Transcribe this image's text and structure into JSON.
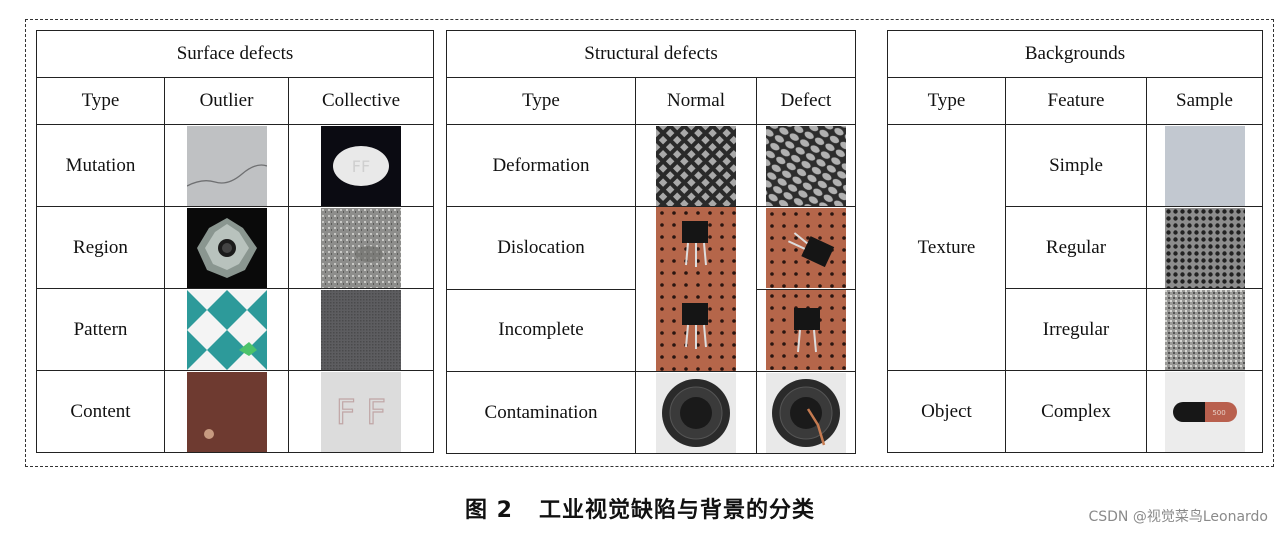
{
  "surface": {
    "title": "Surface defects",
    "headers": [
      "Type",
      "Outlier",
      "Collective"
    ],
    "rows": [
      {
        "type": "Mutation",
        "outlier": "concrete-crack-image",
        "collective": "oval-pill-mark-image"
      },
      {
        "type": "Region",
        "outlier": "metal-nut-image",
        "collective": "speckled-stone-image"
      },
      {
        "type": "Pattern",
        "outlier": "teal-tile-pattern-image",
        "collective": "grey-fabric-image"
      },
      {
        "type": "Content",
        "outlier": "copper-spot-image",
        "collective": "scratched-letters-image",
        "collective_text": "F F"
      }
    ]
  },
  "structural": {
    "title": "Structural defects",
    "headers": [
      "Type",
      "Normal",
      "Defect"
    ],
    "rows": [
      {
        "type": "Deformation",
        "normal": "mesh-grid-normal-image",
        "defect": "mesh-grid-deformed-image"
      },
      {
        "type": "Dislocation",
        "normal": "transistor-board-image",
        "defect": "transistor-dislocated-image"
      },
      {
        "type": "Incomplete",
        "normal": "transistor-board-image",
        "defect": "transistor-incomplete-image"
      },
      {
        "type": "Contamination",
        "normal": "round-lens-image",
        "defect": "lens-contaminated-image"
      }
    ]
  },
  "backgrounds": {
    "title": "Backgrounds",
    "headers": [
      "Type",
      "Feature",
      "Sample"
    ],
    "texture_label": "Texture",
    "object_label": "Object",
    "features": [
      "Simple",
      "Regular",
      "Irregular",
      "Complex"
    ],
    "samples": [
      "plain-grey-image",
      "perforated-metal-image",
      "granite-texture-image",
      "capsule-image"
    ],
    "capsule_text": "500"
  },
  "caption": {
    "label": "图 2",
    "text": "工业视觉缺陷与背景的分类"
  },
  "watermark": "CSDN @视觉菜鸟Leonardo"
}
